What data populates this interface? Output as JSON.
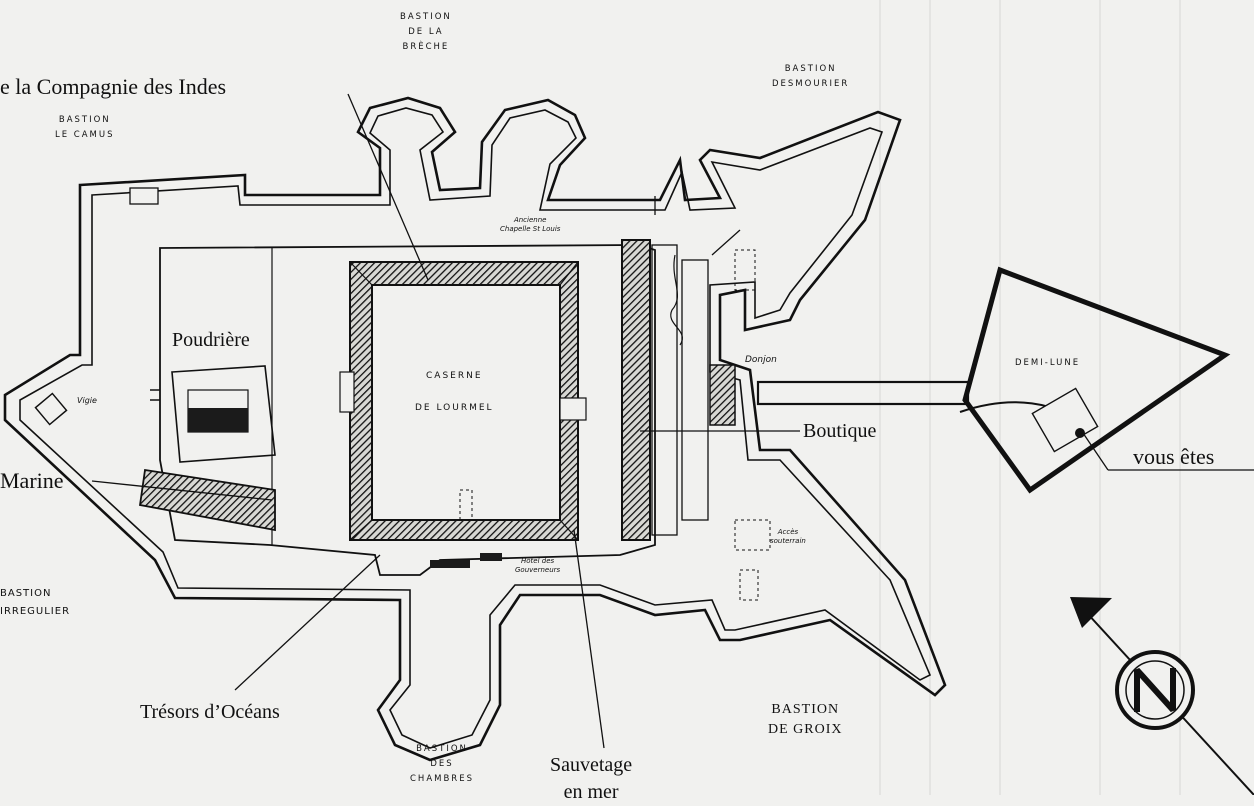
{
  "bastions": {
    "breche": [
      "BASTION",
      "DE LA",
      "BRÈCHE"
    ],
    "desmourier": [
      "BASTION",
      "DESMOURIER"
    ],
    "le_camus": [
      "BASTION",
      "LE CAMUS"
    ],
    "irregulier": [
      "BASTION",
      "IRREGULIER"
    ],
    "chambres": [
      "BASTION",
      "DES",
      "CHAMBRES"
    ],
    "groix": [
      "BASTION",
      "DE GROIX"
    ]
  },
  "buildings": {
    "caserne": [
      "CASERNE",
      "DE LOURMEL"
    ],
    "demi_lune": "DEMI-LUNE",
    "donjon": "Donjon",
    "vigie": "Vigie",
    "chapelle": [
      "Ancienne",
      "Chapelle St Louis"
    ],
    "hotel": [
      "Hôtel des",
      "Gouverneurs"
    ],
    "acces": [
      "Accès",
      "souterrain"
    ]
  },
  "labels": {
    "compagnie": "e la Compagnie des Indes",
    "poudriere": "Poudrière",
    "marine": "Marine",
    "boutique": "Boutique",
    "vous_etes": "vous êtes",
    "tresors": "Trésors d’Océans",
    "sauvetage": [
      "Sauvetage",
      "en mer"
    ]
  },
  "colors": {
    "ink": "#111111",
    "paper": "#f1f1ef",
    "hatch": "#222222"
  },
  "icons": {
    "compass": "north-arrow-icon"
  }
}
